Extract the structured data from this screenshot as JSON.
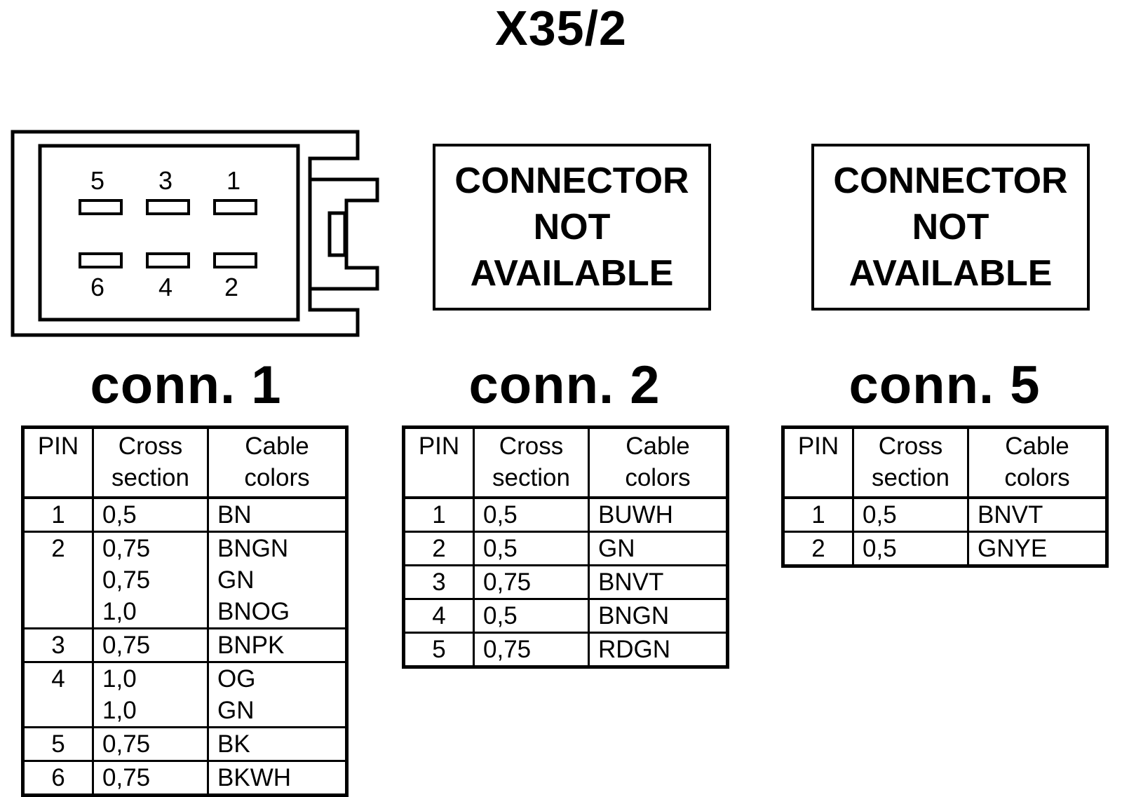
{
  "title": "X35/2",
  "connector_diagram": {
    "top_row_pins": [
      "5",
      "3",
      "1"
    ],
    "bottom_row_pins": [
      "6",
      "4",
      "2"
    ]
  },
  "not_available_boxes": [
    {
      "lines": [
        "CONNECTOR",
        "NOT",
        "AVAILABLE"
      ]
    },
    {
      "lines": [
        "CONNECTOR",
        "NOT",
        "AVAILABLE"
      ]
    }
  ],
  "headers": {
    "pin": "PIN",
    "cross_section": [
      "Cross",
      "section"
    ],
    "cable_colors": [
      "Cable",
      "colors"
    ]
  },
  "connectors": [
    {
      "label": "conn. 1",
      "rows": [
        {
          "pin": "1",
          "cross": [
            "0,5"
          ],
          "colors": [
            "BN"
          ]
        },
        {
          "pin": "2",
          "cross": [
            "0,75",
            "0,75",
            "1,0"
          ],
          "colors": [
            "BNGN",
            "GN",
            "BNOG"
          ]
        },
        {
          "pin": "3",
          "cross": [
            "0,75"
          ],
          "colors": [
            "BNPK"
          ]
        },
        {
          "pin": "4",
          "cross": [
            "1,0",
            "1,0"
          ],
          "colors": [
            "OG",
            "GN"
          ]
        },
        {
          "pin": "5",
          "cross": [
            "0,75"
          ],
          "colors": [
            "BK"
          ]
        },
        {
          "pin": "6",
          "cross": [
            "0,75"
          ],
          "colors": [
            "BKWH"
          ]
        }
      ]
    },
    {
      "label": "conn. 2",
      "rows": [
        {
          "pin": "1",
          "cross": [
            "0,5"
          ],
          "colors": [
            "BUWH"
          ]
        },
        {
          "pin": "2",
          "cross": [
            "0,5"
          ],
          "colors": [
            "GN"
          ]
        },
        {
          "pin": "3",
          "cross": [
            "0,75"
          ],
          "colors": [
            "BNVT"
          ]
        },
        {
          "pin": "4",
          "cross": [
            "0,5"
          ],
          "colors": [
            "BNGN"
          ]
        },
        {
          "pin": "5",
          "cross": [
            "0,75"
          ],
          "colors": [
            "RDGN"
          ]
        }
      ]
    },
    {
      "label": "conn. 5",
      "rows": [
        {
          "pin": "1",
          "cross": [
            "0,5"
          ],
          "colors": [
            "BNVT"
          ]
        },
        {
          "pin": "2",
          "cross": [
            "0,5"
          ],
          "colors": [
            "GNYE"
          ]
        }
      ]
    }
  ]
}
